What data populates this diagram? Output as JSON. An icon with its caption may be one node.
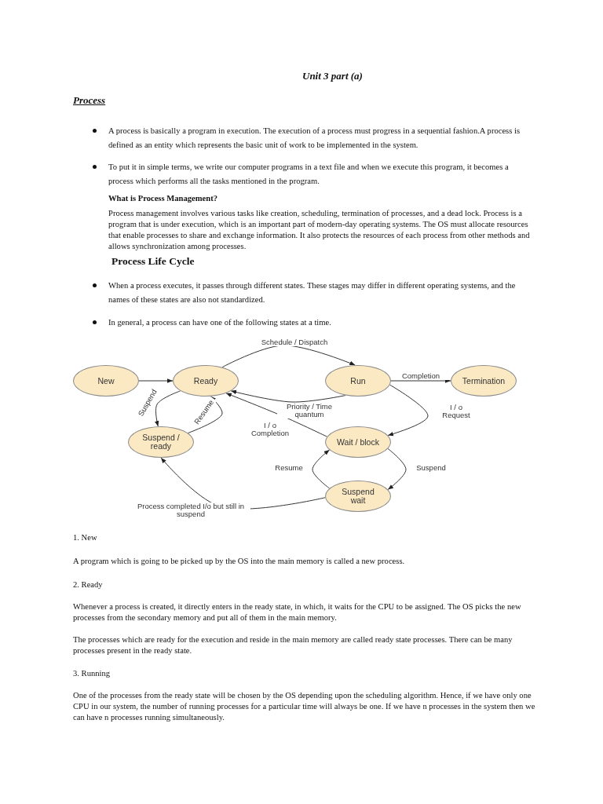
{
  "diagram": {
    "title": "Unit 3 part (a)",
    "nodes": [
      {
        "text": [
          "New"
        ]
      },
      {
        "text": [
          "Ready"
        ]
      },
      {
        "text": [
          "Run"
        ]
      },
      {
        "text": [
          "Termination"
        ]
      },
      {
        "text": [
          "Suspend / ready"
        ]
      },
      {
        "text": [
          "Wait / block"
        ]
      },
      {
        "text": [
          "Suspend wait"
        ]
      }
    ],
    "edges": [
      {
        "from": 0,
        "to": 1,
        "arrow": "to"
      },
      {
        "from": 1,
        "to": 2,
        "arrow": "to",
        "label": "Schedule / Dispatch"
      },
      {
        "from": 2,
        "to": 3,
        "arrow": "to",
        "label": "Completion"
      },
      {
        "from": 2,
        "to": 1,
        "arrow": "to",
        "label": "Priority / Time quantum"
      },
      {
        "from": 2,
        "to": 5,
        "arrow": "to",
        "label": "I / o Request"
      },
      {
        "from": 5,
        "to": 1,
        "arrow": "to",
        "label": "I / o Completion"
      },
      {
        "from": 1,
        "to": 4,
        "arrow": "to",
        "label": "Suspend"
      },
      {
        "from": 4,
        "to": 1,
        "arrow": "to",
        "label": "Resume"
      },
      {
        "from": 5,
        "to": 6,
        "arrow": "to",
        "label": "Suspend"
      },
      {
        "from": 6,
        "to": 5,
        "arrow": "to",
        "label": "Resume"
      },
      {
        "from": 6,
        "to": 4,
        "arrow": "to",
        "label": "Process completed I/o but still in suspend"
      }
    ],
    "labels": [
      "Process",
      "A process is basically a program in execution. The execution of a process must progress in a sequential fashion.A process is defined as an entity which represents the basic unit of work to be implemented in the system.",
      "To put it in simple terms, we write our computer programs in a text file and when we execute this program, it becomes a process which performs all the tasks mentioned in the program.",
      "What is Process Management?",
      "Process management involves various tasks like creation, scheduling, termination of processes, and a dead lock. Process is a program that is under execution, which is an important part of modern-day operating systems. The OS must allocate resources that enable processes to share and exchange information. It also protects the resources of each process from other methods and allows synchronization among processes.",
      "Process Life Cycle",
      "When a process executes, it passes through different states. These stages may differ in different operating systems, and the names of these states are also not standardized.",
      "In general, a process can have one of the following states at a time.",
      "1. New",
      "A program which is going to be picked up by the OS into the main memory is called a new process.",
      "2. Ready",
      "Whenever a process is created, it directly enters in the ready state, in which, it waits for the CPU to be assigned. The OS picks the new processes from the secondary memory and put all of them in the main memory.",
      "The processes which are ready for the execution and reside in the main memory are called ready state processes. There can be many processes present in the ready state.",
      "3. Running",
      "One of the processes from the ready state will be chosen by the OS depending upon the scheduling algorithm. Hence, if we have only one CPU in our system, the number of running processes for a particular time will always be one. If we have n processes in the system then we can have n processes running simultaneously."
    ]
  }
}
